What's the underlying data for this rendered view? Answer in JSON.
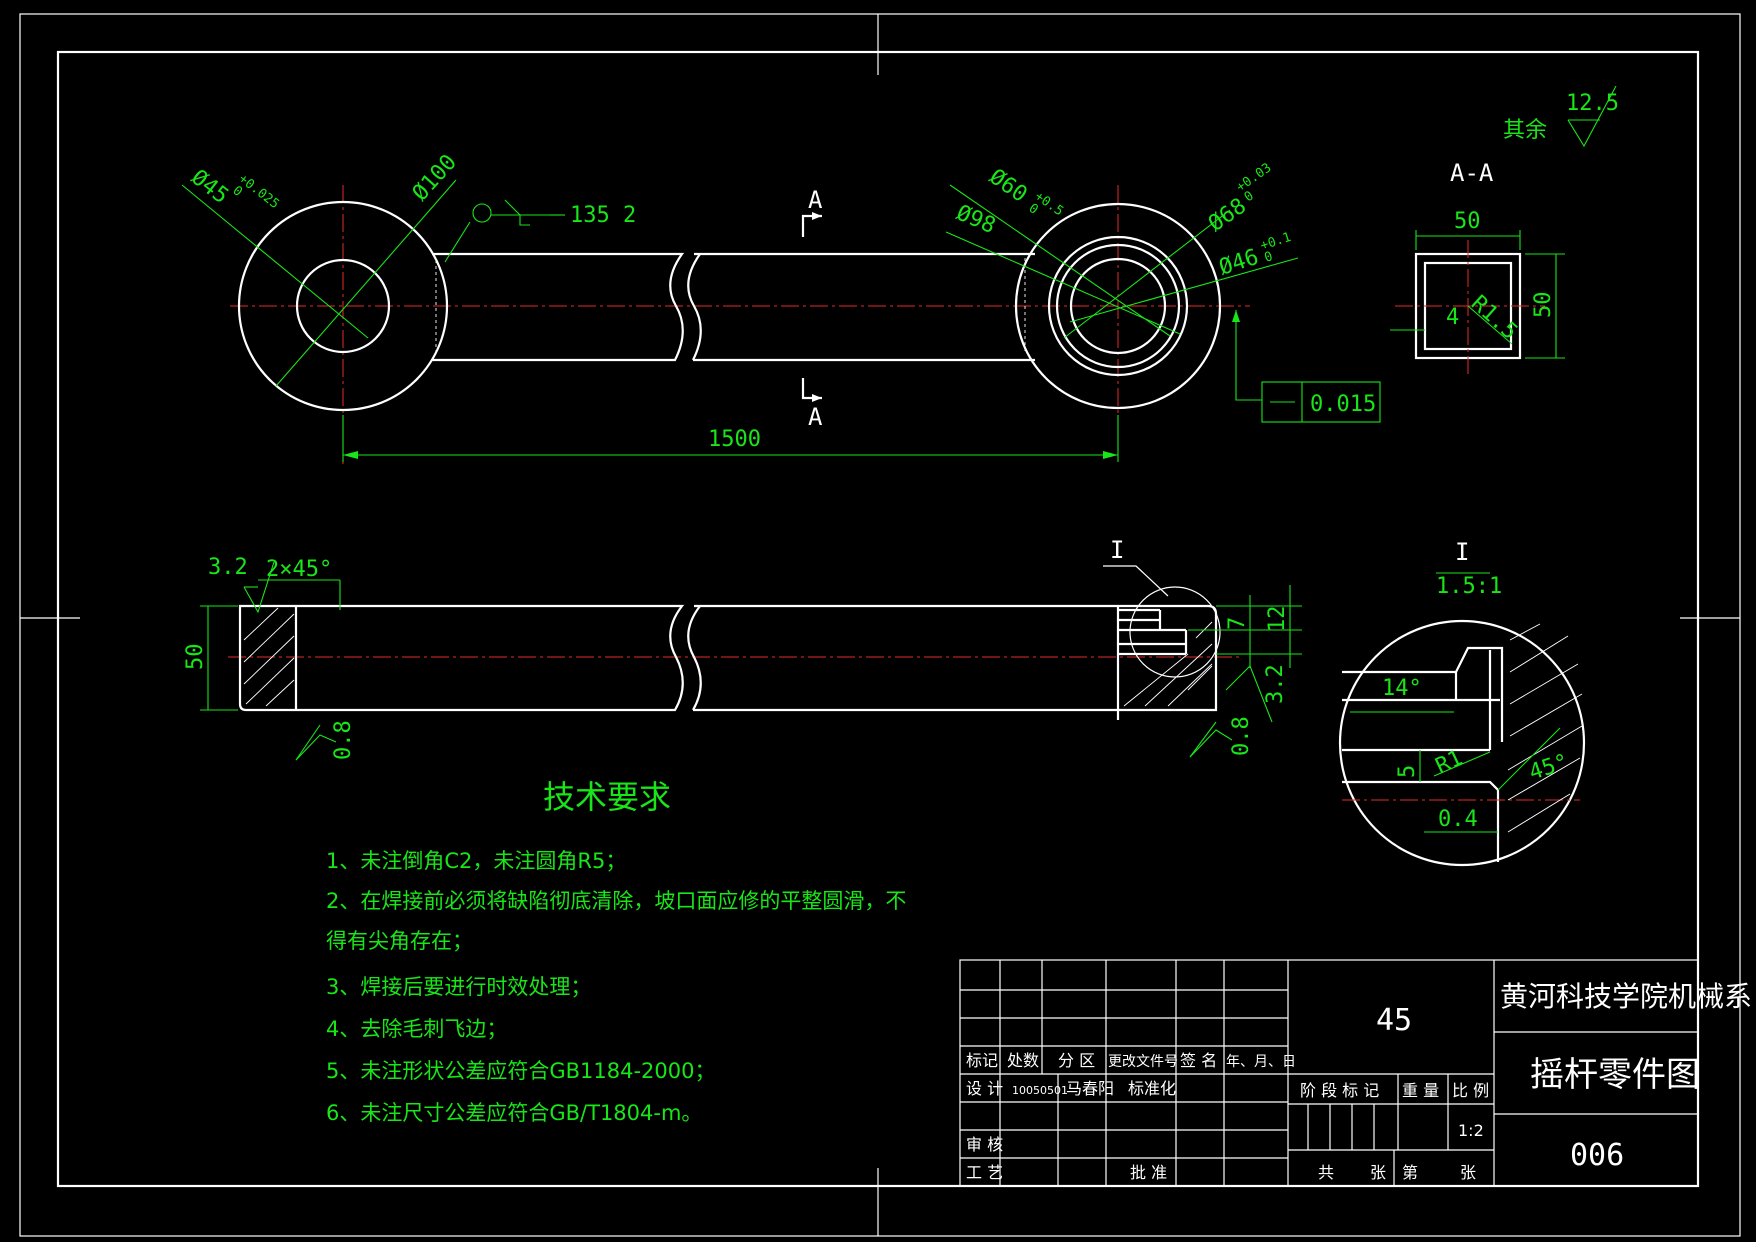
{
  "colors": {
    "background": "#000000",
    "outline": "#ffffff",
    "dimension": "#19e619",
    "centerline": "#e52a2a"
  },
  "dims": {
    "d45": "Ø45",
    "d45_tol_up": "+0.025",
    "d45_tol_lo": "0",
    "d100": "Ø100",
    "weld": "135 2",
    "d60": "Ø60",
    "d60_tol_up": "+0.5",
    "d60_tol_lo": "0",
    "d98": "Ø98",
    "d68": "Ø68",
    "d68_tol_up": "+0.03",
    "d68_tol_lo": "0",
    "d46": "Ø46",
    "d46_tol_up": "+0.1",
    "d46_tol_lo": "0",
    "length": "1500",
    "section_a": "A",
    "tolerance": "0.015",
    "roughness_default_label": "其余",
    "roughness_default": "12.5",
    "section_title": "A-A",
    "sec_w": "50",
    "sec_h": "50",
    "sec_t": "4",
    "sec_r": "R1.5",
    "rough_32": "3.2",
    "chamfer": "2×45°",
    "height": "50",
    "rough_08": "0.8",
    "detail_mark": "I",
    "dim_7": "7",
    "dim_12": "12",
    "detail_title": "I",
    "detail_scale": "1.5:1",
    "angle_14": "14°",
    "r1": "R1",
    "angle_45": "45°",
    "dim_5": "5",
    "dim_04": "0.4"
  },
  "notes": {
    "title": "技术要求",
    "items": [
      "1、未注倒角C2，未注圆角R5；",
      "2、在焊接前必须将缺陷彻底清除，坡口面应修的平整圆滑，不",
      "得有尖角存在；",
      "3、焊接后要进行时效处理；",
      "4、去除毛刺飞边；",
      "5、未注形状公差应符合GB1184-2000；",
      "6、未注尺寸公差应符合GB/T1804-m。"
    ]
  },
  "title_block": {
    "material": "45",
    "school": "黄河科技学院机械系",
    "drawing_name": "摇杆零件图",
    "drawing_no": "006",
    "r1": [
      "标记",
      "处数",
      "分 区",
      "更改文件号",
      "签 名",
      "年、月、日"
    ],
    "designer_label": "设 计",
    "student_id": "10050501",
    "designer_name": "马春阳",
    "standardize": "标准化",
    "stage": "阶 段 标 记",
    "weight": "重 量",
    "scale_label": "比 例",
    "scale": "1:2",
    "review": "审 核",
    "process": "工 艺",
    "approve": "批 准",
    "total_sheets": "共",
    "sheets_unit": "张",
    "sheet_no": "第",
    "sheet_unit2": "张"
  }
}
